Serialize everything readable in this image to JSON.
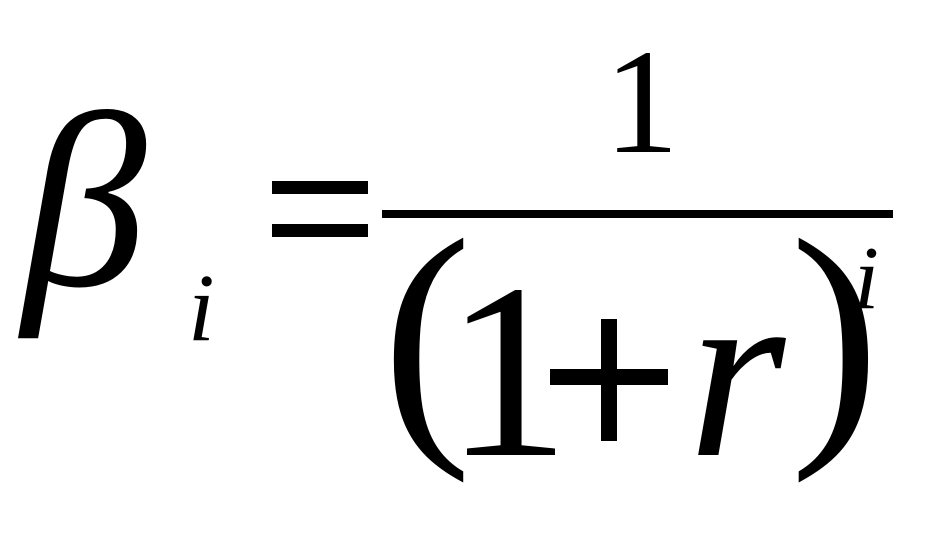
{
  "formula": {
    "lhs_symbol": "β",
    "lhs_subscript": "i",
    "equals": "=",
    "numerator": "1",
    "open_paren": "(",
    "den_one": "1",
    "den_plus": "+",
    "den_variable": "r",
    "close_paren": ")",
    "den_exponent": "i"
  }
}
